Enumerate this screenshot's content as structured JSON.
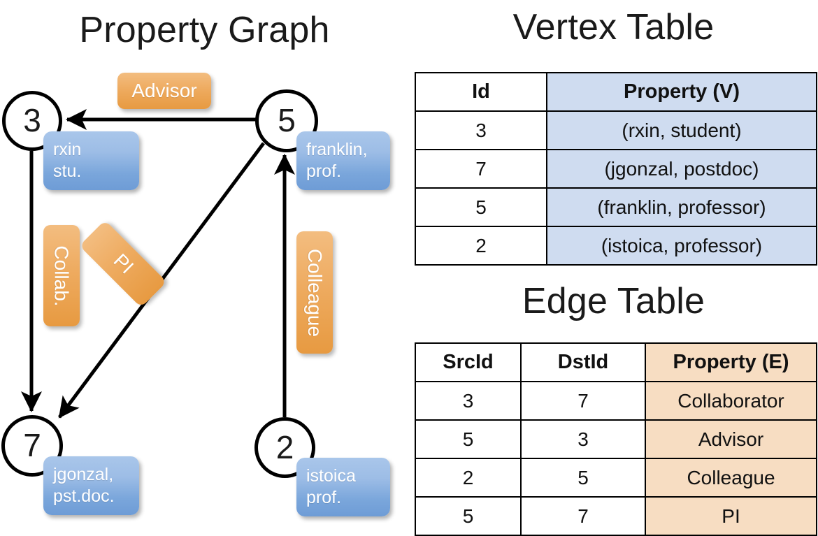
{
  "titles": {
    "property_graph": "Property Graph",
    "vertex_table": "Vertex Table",
    "edge_table": "Edge Table"
  },
  "graph": {
    "nodes": [
      {
        "id": "3",
        "label": "3",
        "property_line1": "rxin",
        "property_line2": "stu."
      },
      {
        "id": "5",
        "label": "5",
        "property_line1": "franklin,",
        "property_line2": "prof."
      },
      {
        "id": "7",
        "label": "7",
        "property_line1": "jgonzal,",
        "property_line2": "pst.doc."
      },
      {
        "id": "2",
        "label": "2",
        "property_line1": "istoica",
        "property_line2": "prof."
      }
    ],
    "edge_labels": {
      "advisor": "Advisor",
      "collab": "Collab.",
      "colleague": "Colleague",
      "pi": "PI"
    },
    "edges": [
      {
        "src": "5",
        "dst": "3",
        "label": "Advisor"
      },
      {
        "src": "3",
        "dst": "7",
        "label": "Collab."
      },
      {
        "src": "5",
        "dst": "7",
        "label": "PI"
      },
      {
        "src": "2",
        "dst": "5",
        "label": "Colleague"
      }
    ]
  },
  "vertex_table": {
    "headers": [
      "Id",
      "Property (V)"
    ],
    "rows": [
      {
        "id": "3",
        "property": "(rxin, student)"
      },
      {
        "id": "7",
        "property": "(jgonzal, postdoc)"
      },
      {
        "id": "5",
        "property": "(franklin, professor)"
      },
      {
        "id": "2",
        "property": "(istoica, professor)"
      }
    ]
  },
  "edge_table": {
    "headers": [
      "SrcId",
      "DstId",
      "Property (E)"
    ],
    "rows": [
      {
        "src": "3",
        "dst": "7",
        "property": "Collaborator"
      },
      {
        "src": "5",
        "dst": "3",
        "property": "Advisor"
      },
      {
        "src": "2",
        "dst": "5",
        "property": "Colleague"
      },
      {
        "src": "5",
        "dst": "7",
        "property": "PI"
      }
    ]
  },
  "colors": {
    "vertex_property_fill": "#cfdcf0",
    "edge_property_fill": "#f7ddc2",
    "node_box_blue": "#7aa6db",
    "edge_badge_orange": "#eeab60",
    "stroke": "#000000"
  }
}
